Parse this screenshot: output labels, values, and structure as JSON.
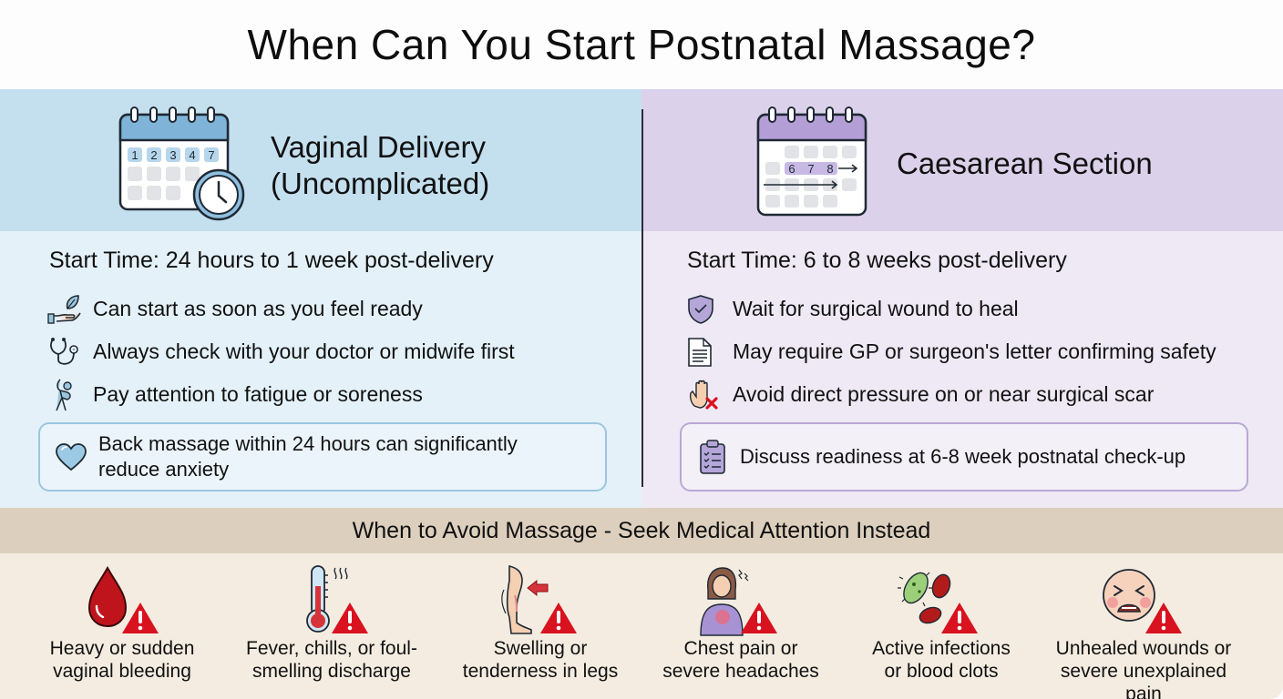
{
  "title": "When Can You Start Postnatal Massage?",
  "vaginal": {
    "heading_line1": "Vaginal Delivery",
    "heading_line2": "(Uncomplicated)",
    "calendar_days": [
      "1",
      "2",
      "3",
      "4",
      "7"
    ],
    "start_time": "Start Time: 24 hours to 1 week post-delivery",
    "bullets": [
      {
        "icon": "hand-leaf-icon",
        "text": "Can start as soon as you feel ready"
      },
      {
        "icon": "stethoscope-icon",
        "text": "Always check with your doctor or midwife first"
      },
      {
        "icon": "stretching-person-icon",
        "text": "Pay attention to fatigue or soreness"
      }
    ],
    "callout": {
      "icon": "heart-icon",
      "line1": "Back massage within 24 hours can significantly",
      "line2": "reduce anxiety"
    }
  },
  "caesarean": {
    "heading": "Caesarean Section",
    "calendar_days": [
      "6",
      "7",
      "8"
    ],
    "start_time": "Start Time: 6 to 8 weeks post-delivery",
    "bullets": [
      {
        "icon": "shield-check-icon",
        "text": "Wait for surgical wound to heal"
      },
      {
        "icon": "document-icon",
        "text": "May require GP or surgeon's letter confirming safety"
      },
      {
        "icon": "hand-stop-x-icon",
        "text": "Avoid direct pressure on or near surgical scar"
      }
    ],
    "callout": {
      "icon": "clipboard-checklist-icon",
      "text": "Discuss readiness at 6-8 week postnatal check-up"
    }
  },
  "warnings": {
    "heading": "When to Avoid Massage - Seek Medical Attention Instead",
    "items": [
      {
        "icon": "blood-drop-icon",
        "line1": "Heavy or sudden",
        "line2": "vaginal bleeding"
      },
      {
        "icon": "thermometer-icon",
        "line1": "Fever, chills, or foul-",
        "line2": "smelling discharge"
      },
      {
        "icon": "swollen-leg-icon",
        "line1": "Swelling or",
        "line2": "tenderness in legs"
      },
      {
        "icon": "chest-pain-person-icon",
        "line1": "Chest pain or",
        "line2": "severe headaches"
      },
      {
        "icon": "bacteria-clot-icon",
        "line1": "Active infections",
        "line2": "or blood clots"
      },
      {
        "icon": "pained-face-icon",
        "line1": "Unhealed wounds or",
        "line2": "severe unexplained pain"
      }
    ]
  },
  "colors": {
    "vaginal_head_bg": "#c4e0ef",
    "vaginal_body_bg": "#e4f1f8",
    "caesarean_head_bg": "#dcd1ea",
    "caesarean_body_bg": "#eee9f5",
    "warning_band_bg": "#ddcfbd",
    "warning_body_bg": "#f4ece1",
    "alert_red": "#d9121f"
  }
}
